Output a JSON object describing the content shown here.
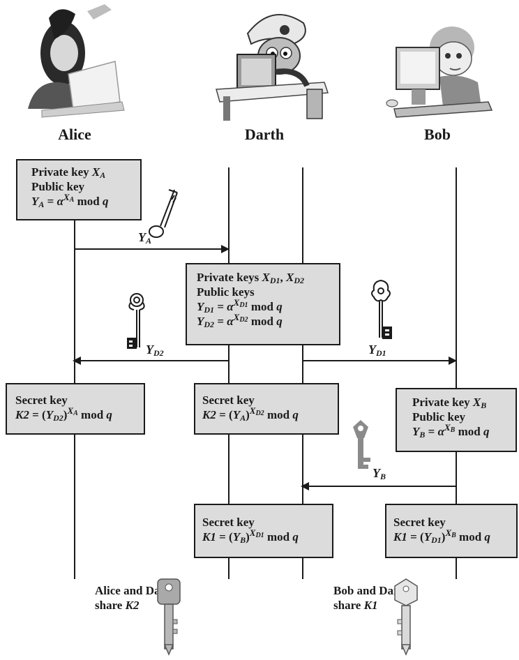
{
  "participants": {
    "alice": "Alice",
    "darth": "Darth",
    "bob": "Bob"
  },
  "alice_box": {
    "line1_text": "Private key ",
    "line1_var": "X",
    "line1_sub": "A",
    "line2": "Public key",
    "line3_lhs_var": "Y",
    "line3_lhs_sub": "A",
    "line3_eq": " = ",
    "line3_base": "α",
    "line3_exp_var": "X",
    "line3_exp_sub": "A",
    "line3_tail": " mod ",
    "line3_mod": "q"
  },
  "darth_box": {
    "line1_text": "Private keys ",
    "line1_var1": "X",
    "line1_sub1": "D1",
    "line1_sep": ", ",
    "line1_var2": "X",
    "line1_sub2": "D2",
    "line2": "Public keys",
    "line3_lhs_var": "Y",
    "line3_lhs_sub": "D1",
    "line3_eq": " = ",
    "line3_base": "α",
    "line3_exp_var": "X",
    "line3_exp_sub": "D1",
    "line3_tail": " mod ",
    "line3_mod": "q",
    "line4_lhs_var": "Y",
    "line4_lhs_sub": "D2",
    "line4_eq": " = ",
    "line4_base": "α",
    "line4_exp_var": "X",
    "line4_exp_sub": "D2",
    "line4_tail": " mod ",
    "line4_mod": "q"
  },
  "bob_box": {
    "line1_text": "Private key ",
    "line1_var": "X",
    "line1_sub": "B",
    "line2": "Public key",
    "line3_lhs_var": "Y",
    "line3_lhs_sub": "B",
    "line3_eq": " = ",
    "line3_base": "α",
    "line3_exp_var": "X",
    "line3_exp_sub": "B",
    "line3_tail": " mod ",
    "line3_mod": "q"
  },
  "alice_secret": {
    "line1": "Secret key",
    "lhs": "K2",
    "eq": " = (",
    "var": "Y",
    "sub": "D2",
    "close": ")",
    "exp_var": "X",
    "exp_sub": "A",
    "tail": " mod ",
    "mod": "q"
  },
  "darth_secret_k2": {
    "line1": "Secret key",
    "lhs": "K2",
    "eq": " = (",
    "var": "Y",
    "sub": "A",
    "close": ")",
    "exp_var": "X",
    "exp_sub": "D2",
    "tail": " mod ",
    "mod": "q"
  },
  "darth_secret_k1": {
    "line1": "Secret key",
    "lhs": "K1",
    "eq": " = (",
    "var": "Y",
    "sub": "B",
    "close": ")",
    "exp_var": "X",
    "exp_sub": "D1",
    "tail": " mod ",
    "mod": "q"
  },
  "bob_secret": {
    "line1": "Secret key",
    "lhs": "K1",
    "eq": " = (",
    "var": "Y",
    "sub": "D1",
    "close": ")",
    "exp_var": "X",
    "exp_sub": "B",
    "tail": " mod ",
    "mod": "q"
  },
  "messages": {
    "ya": {
      "var": "Y",
      "sub": "A"
    },
    "yd2": {
      "var": "Y",
      "sub": "D2"
    },
    "yd1": {
      "var": "Y",
      "sub": "D1"
    },
    "yb": {
      "var": "Y",
      "sub": "B"
    }
  },
  "shares": {
    "left_line1": "Alice and Darth",
    "left_line2": "share ",
    "left_key": "K2",
    "right_line1": "Bob and Darth",
    "right_line2": "share ",
    "right_key": "K1"
  },
  "colors": {
    "box_fill": "#dcdcdc",
    "line": "#1a1a1a",
    "key_gray": "#8a8a8a"
  }
}
